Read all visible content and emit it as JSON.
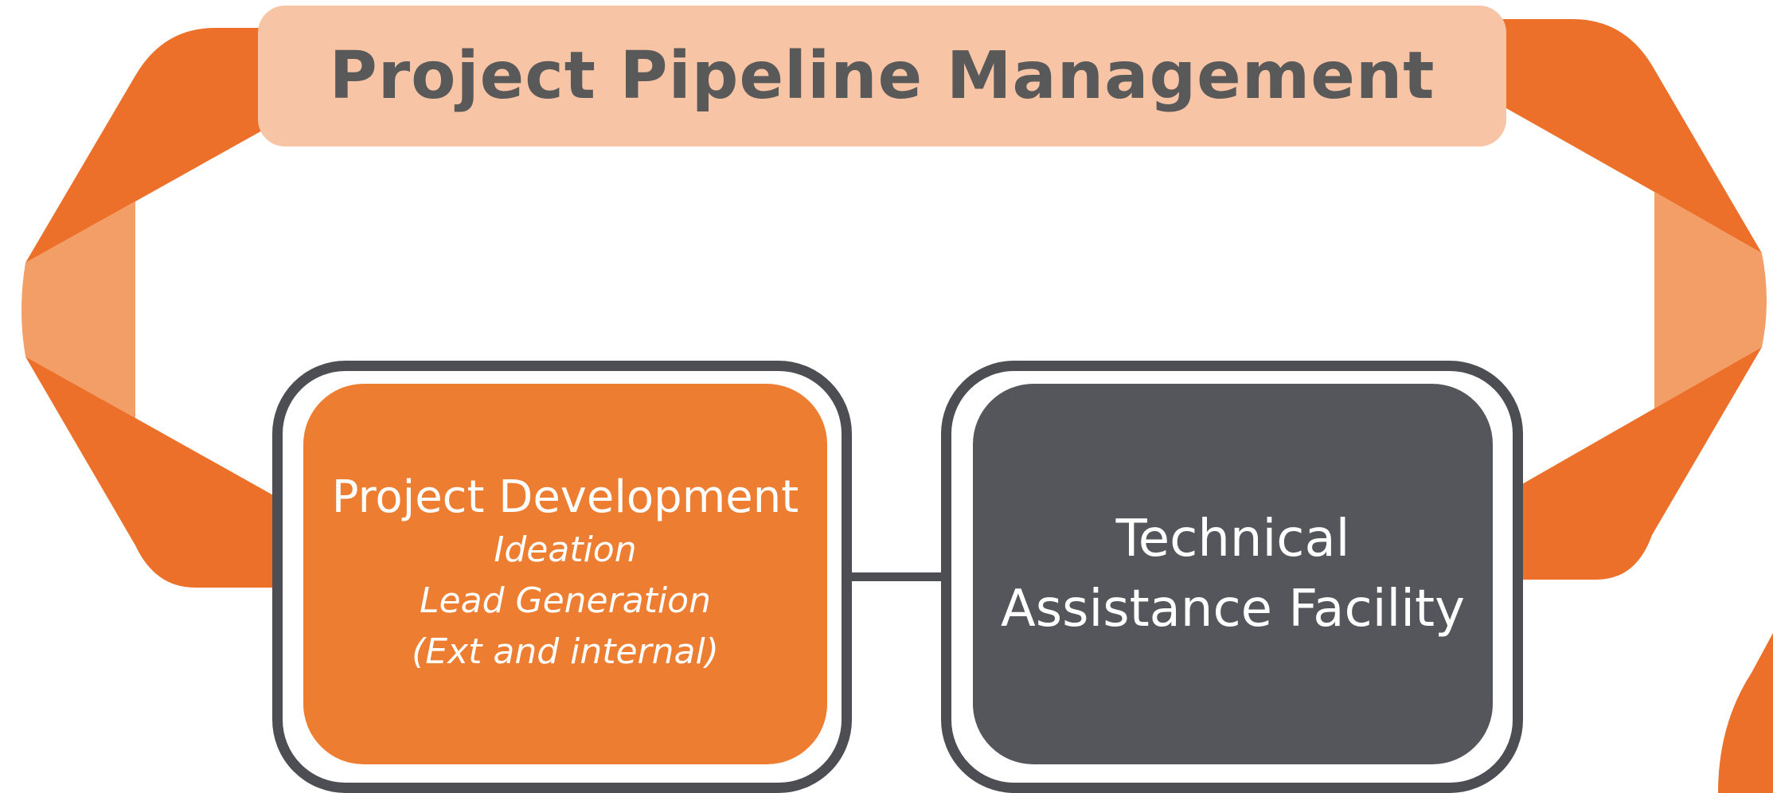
{
  "title": "Project Pipeline Management",
  "boxes": {
    "project_development": {
      "title": "Project Development",
      "lines": [
        "Ideation",
        "Lead Generation",
        "(Ext and internal)"
      ]
    },
    "technical_assistance": {
      "lines": [
        "Technical",
        "Assistance Facility"
      ]
    }
  },
  "colors": {
    "orange": "#ec7029",
    "light_orange": "#f29e66",
    "title_background": "#f7c5a6",
    "box_orange": "#ed7d31",
    "dark_gray": "#55565b",
    "border": "#4d4e53",
    "title_text": "#595959"
  }
}
